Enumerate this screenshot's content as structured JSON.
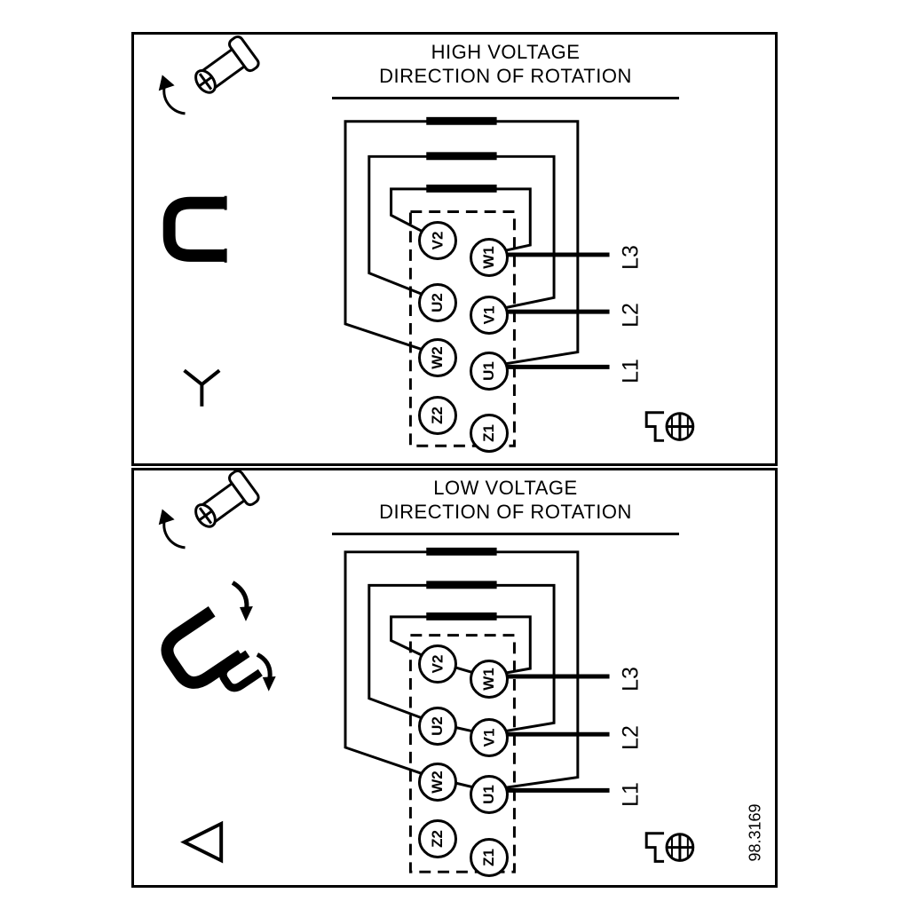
{
  "figure": {
    "number": "98.3169"
  },
  "colors": {
    "line": "#000000",
    "background": "#ffffff"
  },
  "panels": [
    {
      "id": "high-voltage",
      "title_line1": "HIGH VOLTAGE",
      "title_line2": "DIRECTION OF ROTATION",
      "connection_symbol": "star",
      "terminals_left": [
        "V2",
        "U2",
        "W2",
        "Z2"
      ],
      "terminals_right": [
        "W1",
        "V1",
        "U1",
        "Z1"
      ],
      "line_labels": [
        "L3",
        "L2",
        "L1"
      ]
    },
    {
      "id": "low-voltage",
      "title_line1": "LOW VOLTAGE",
      "title_line2": "DIRECTION OF ROTATION",
      "connection_symbol": "delta",
      "terminals_left": [
        "V2",
        "U2",
        "W2",
        "Z2"
      ],
      "terminals_right": [
        "W1",
        "V1",
        "U1",
        "Z1"
      ],
      "line_labels": [
        "L3",
        "L2",
        "L1"
      ]
    }
  ],
  "icons": {
    "high_voltage_panel": [
      "screw-rotation-icon",
      "wire-jumper-icon",
      "star-connection-icon",
      "ground-screw-icon"
    ],
    "low_voltage_panel": [
      "screw-rotation-icon",
      "jumper-removal-icon",
      "delta-connection-icon",
      "ground-screw-icon"
    ]
  }
}
